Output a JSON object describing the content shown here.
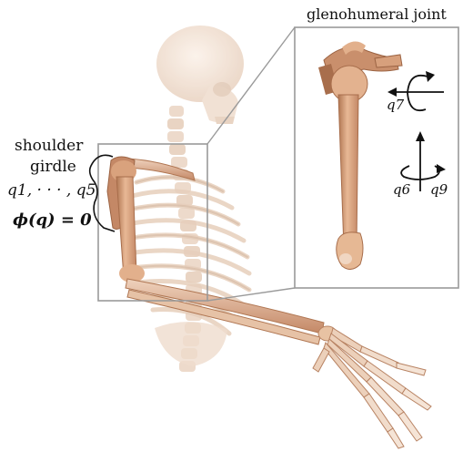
{
  "inset": {
    "title": "glenohumeral joint",
    "axis_labels": {
      "horizontal": "q7",
      "vertical_left": "q6",
      "vertical_right": "q9"
    }
  },
  "shoulder_annotation": {
    "line1": "shoulder",
    "line2": "girdle",
    "coords": "q1, · · · , q5",
    "constraint": "ϕ(q) = 0"
  },
  "colors": {
    "bone_main": "#d9a27d",
    "bone_light": "#efd2bd",
    "bone_shadow": "#b07652",
    "skeleton_faint": "#f2e3d6",
    "frame": "#9a9a9a",
    "axis": "#111111"
  }
}
